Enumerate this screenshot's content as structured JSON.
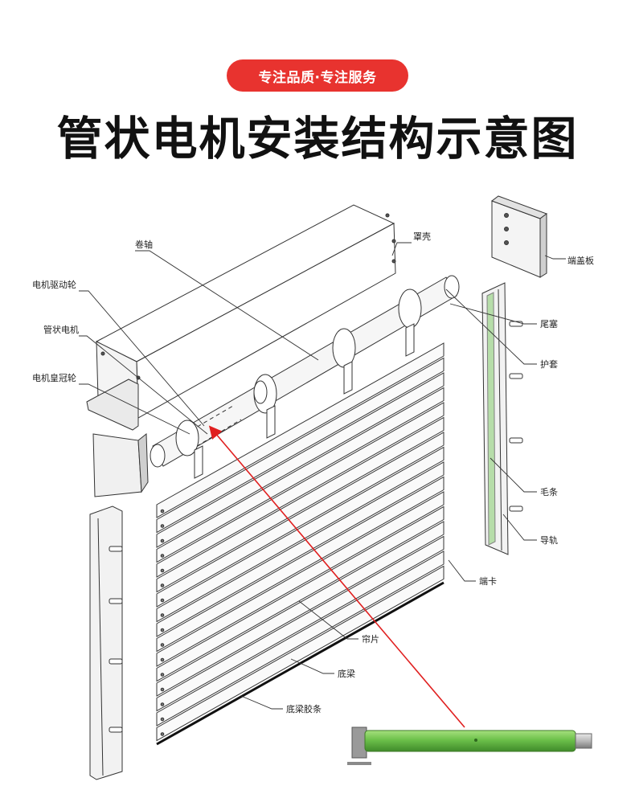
{
  "header": {
    "badge": "专注品质·专注服务",
    "title": "管状电机安装结构示意图"
  },
  "labels": {
    "juanzhou": "卷轴",
    "zhaoke": "罩壳",
    "duangaiban": "端盖板",
    "dianji_qudonglun": "电机驱动轮",
    "guanzhuang_dianji": "管状电机",
    "dianji_huangguanlun": "电机皇冠轮",
    "weisai": "尾塞",
    "hutao": "护套",
    "maotiao": "毛条",
    "daogui": "导轨",
    "duanka": "端卡",
    "lianpian": "帘片",
    "diliang": "底梁",
    "diliang_jiaotiao": "底梁胶条"
  },
  "colors": {
    "badge": "#e8332f",
    "arrow": "#e02020",
    "motor_green": "#6cc04a",
    "line": "#333333"
  }
}
